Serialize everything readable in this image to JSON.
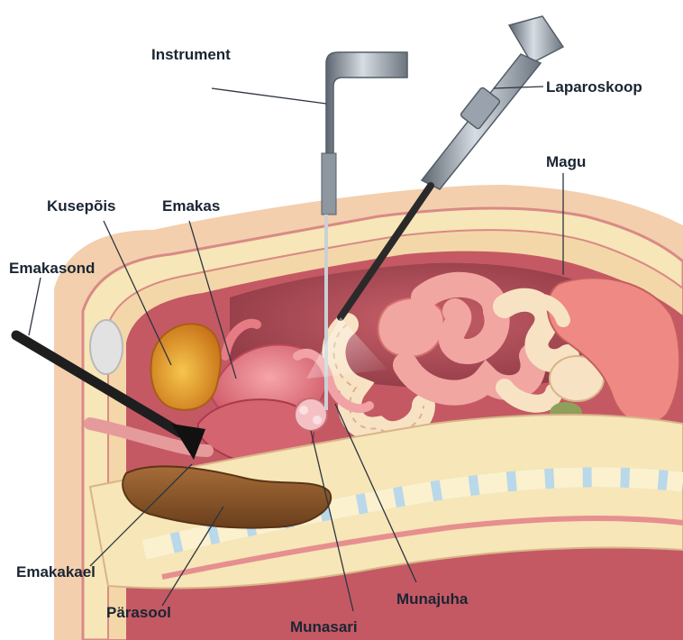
{
  "labels": {
    "instrument": "Instrument",
    "laparoskoop": "Laparoskoop",
    "magu": "Magu",
    "kusepois": "Kusepõis",
    "emakas": "Emakas",
    "emakasond": "Emakasond",
    "emakakael": "Emakakael",
    "parasool": "Pärasool",
    "munasari": "Munasari",
    "munajuha": "Munajuha"
  },
  "colors": {
    "skin": "#f3cfae",
    "fat": "#f6e6b0",
    "peritoneum_line": "#d98a86",
    "cavity": "#b8505a",
    "bowel": "#f1a6a1",
    "bowel_light": "#f7e3c3",
    "uterus": "#e87e86",
    "bladder": "#e9a02a",
    "rectum": "#8b5a2b",
    "spine": "#fbf1cf",
    "disc": "#b9d8ea",
    "instrument_metal": "#9aa3ad",
    "probe": "#222222",
    "leader_line": "#2b3440"
  }
}
